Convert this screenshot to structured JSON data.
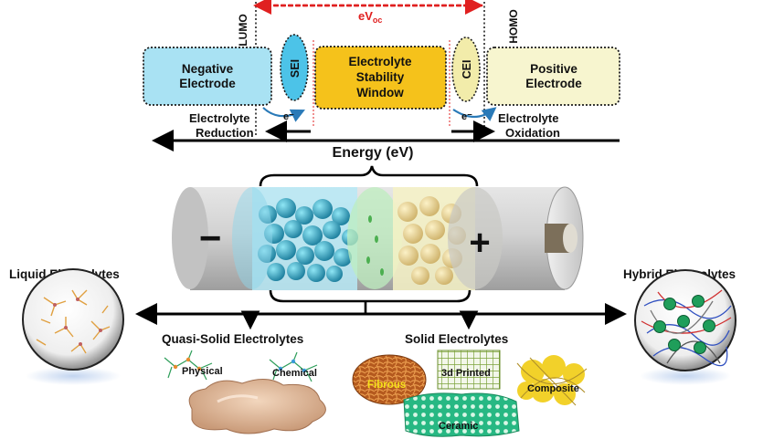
{
  "energy_diagram": {
    "lumo": "LUMO",
    "homo": "HOMO",
    "eVoc_main": "eV",
    "eVoc_sub": "oc",
    "negative_electrode": [
      "Negative",
      "Electrode"
    ],
    "sei": "SEI",
    "stability_window": [
      "Electrolyte",
      "Stability",
      "Window"
    ],
    "cei": "CEI",
    "positive_electrode": [
      "Positive",
      "Electrode"
    ],
    "electron_left": "e⁻",
    "electron_right": "e⁻",
    "reduction": [
      "Electrolyte",
      "Reduction"
    ],
    "oxidation": [
      "Electrolyte",
      "Oxidation"
    ],
    "energy_axis": "Energy (eV)"
  },
  "battery": {
    "minus": "−",
    "plus": "+"
  },
  "categories": {
    "liquid": "Liquid Electrolytes",
    "hybrid": "Hybrid Electrolytes",
    "quasi_solid": "Quasi-Solid Electrolytes",
    "solid": "Solid Electrolytes"
  },
  "quasi_solid_types": {
    "physical": "Physical",
    "chemical": "Chemical"
  },
  "solid_types": {
    "fibrous": "Fibrous",
    "printed": "3d Printed",
    "composite": "Composite",
    "ceramic": "Ceramic"
  },
  "colors": {
    "negative_fill": "#a9e2f3",
    "sei_fill": "#4cc3e8",
    "window_fill": "#f5c21b",
    "cei_fill": "#f2ecaa",
    "positive_fill": "#f7f5cf",
    "voc_arrow": "#e02020",
    "electron_arc": "#2a7ab8"
  }
}
